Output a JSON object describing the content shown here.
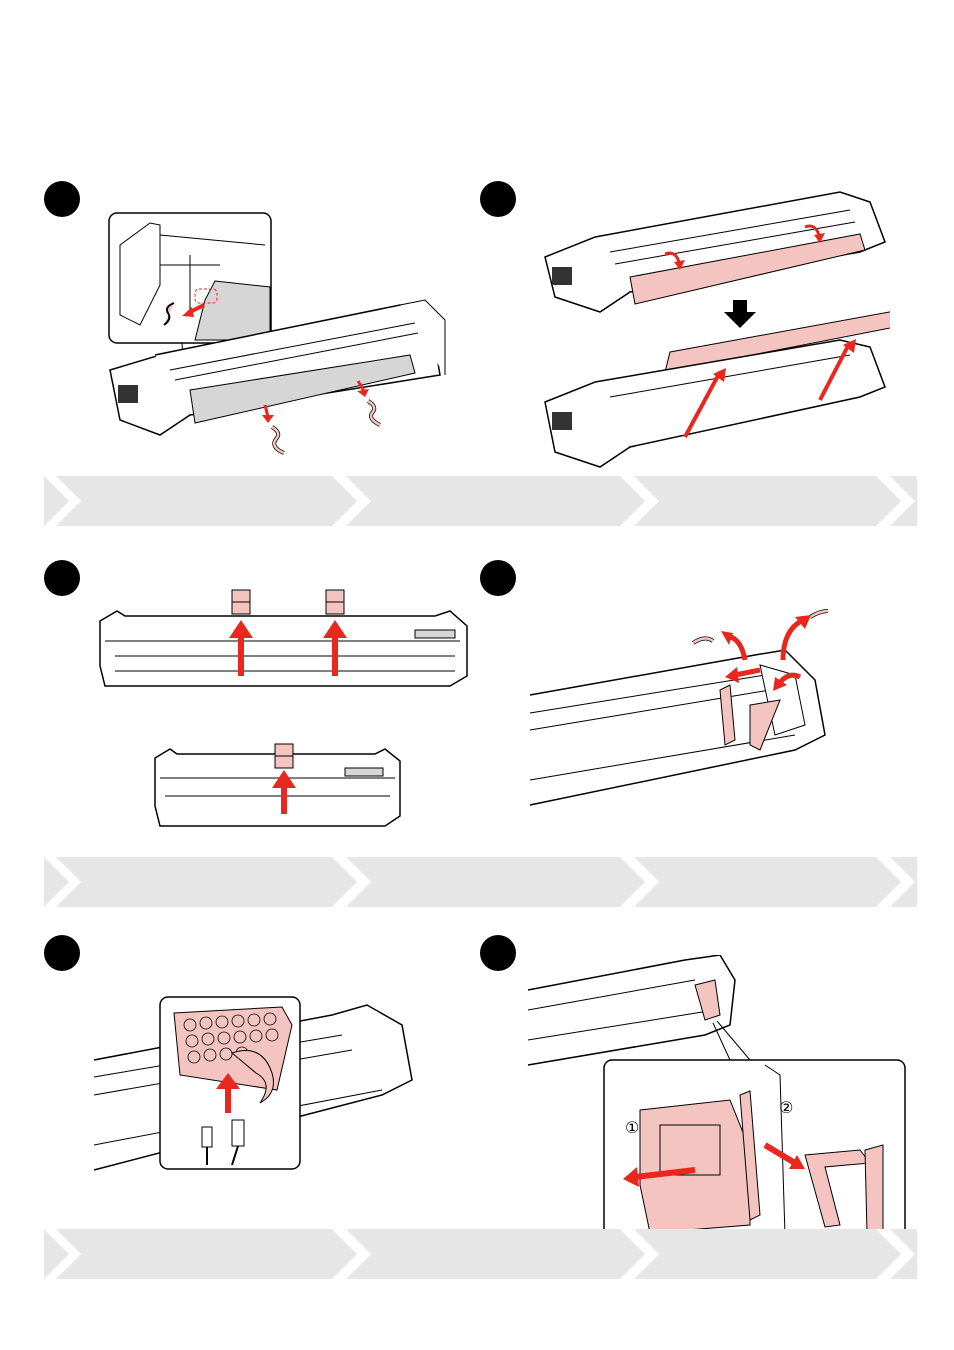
{
  "page": {
    "background": "#ffffff"
  },
  "colors": {
    "highlight_fill": "#f4c5c0",
    "arrow_red": "#e8271f",
    "tape_gray": "#d6d6d6",
    "banner_gray": "#e6e6e6",
    "chevron_white": "#ffffff",
    "outline": "#000000"
  },
  "steps": [
    {
      "id": "step-1",
      "figure": "remove-gray-protective-sheet-with-zoom-inset"
    },
    {
      "id": "step-2",
      "figure": "remove-pink-protective-sheet-two-views"
    },
    {
      "id": "step-3",
      "figure": "pull-up-tape-tabs-two-models"
    },
    {
      "id": "step-4",
      "figure": "remove-tapes-near-print-head"
    },
    {
      "id": "step-5",
      "figure": "bubble-wrap-and-cables-inset"
    },
    {
      "id": "step-6",
      "figure": "remove-protective-parts-with-zoom-inset"
    }
  ],
  "callouts": {
    "one": "①",
    "two": "②"
  },
  "icons": [
    "red-arrow-icon",
    "black-down-arrow-icon",
    "tape-icon",
    "chevron-icon",
    "cable-connector-icon",
    "bubble-wrap-icon"
  ]
}
